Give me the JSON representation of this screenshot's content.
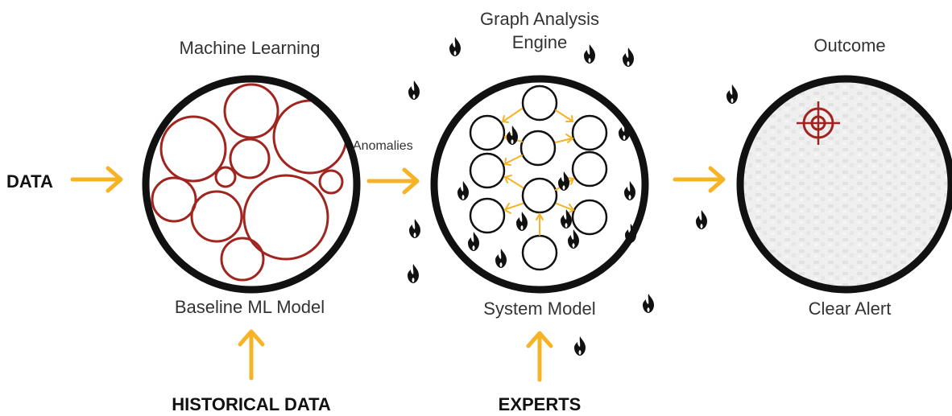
{
  "inputs": {
    "data": "DATA",
    "historical_data": "HISTORICAL DATA",
    "experts": "EXPERTS"
  },
  "stage_ml": {
    "title": "Machine Learning",
    "subtitle": "Baseline ML Model"
  },
  "connector_label": "Anomalies",
  "stage_graph": {
    "title_line1": "Graph Analysis",
    "title_line2": "Engine",
    "subtitle": "System Model"
  },
  "stage_outcome": {
    "title": "Outcome",
    "subtitle": "Clear Alert"
  },
  "colors": {
    "arrow": "#F5B325",
    "ring": "#111111",
    "ml_circles": "#A0241F",
    "target": "#A0241F",
    "graph_arrows": "#F5B325",
    "text": "#333333"
  },
  "icons": [
    "flame-icon",
    "target-icon",
    "arrow-right-icon",
    "arrow-up-icon"
  ]
}
